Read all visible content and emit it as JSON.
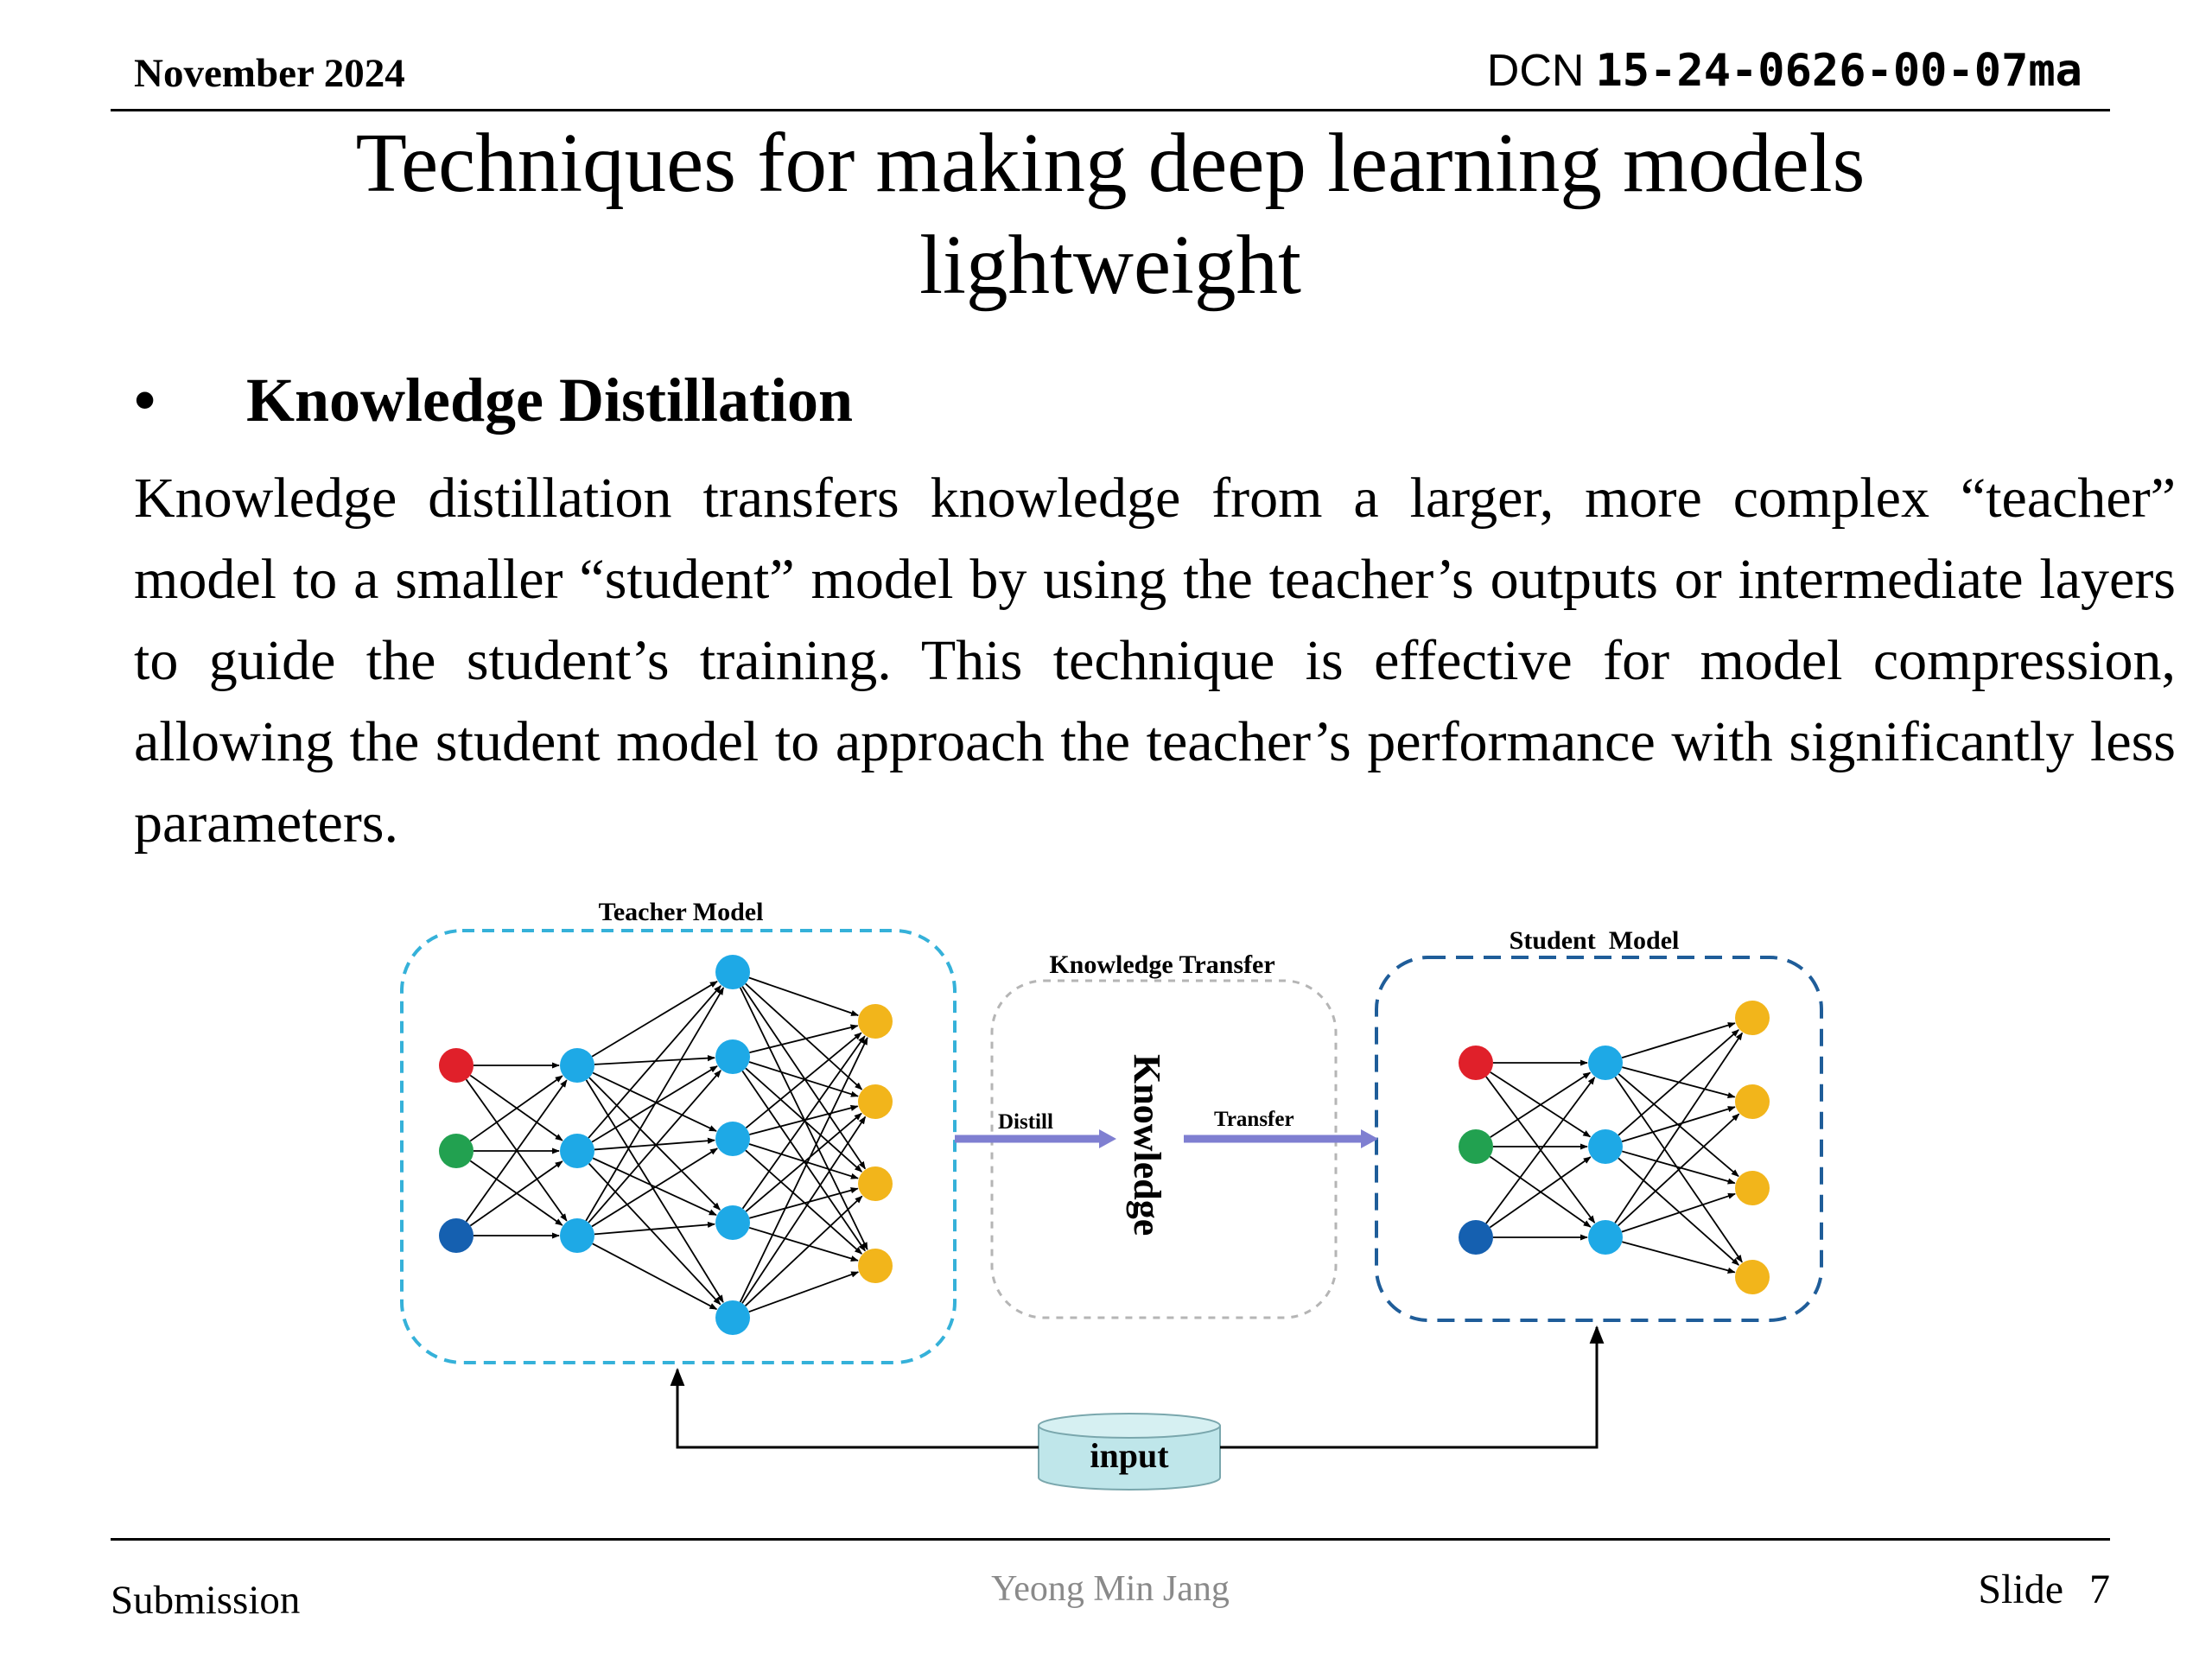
{
  "header": {
    "date": "November 2024",
    "dcn_prefix": "DCN",
    "dcn_number": "15-24-0626-00-07ma"
  },
  "slide": {
    "title_line1": "Techniques for making deep learning models",
    "title_line2": "lightweight",
    "bullet_symbol": "•",
    "bullet_heading": "Knowledge Distillation",
    "body": "Knowledge distillation transfers knowledge from a larger, more complex “teacher” model to a smaller “student” model by using the teacher’s outputs or intermediate layers to guide the student’s training. This technique is effective for model compression, allowing the student model to approach the teacher’s performance with significantly less parameters."
  },
  "diagram": {
    "teacher_label": "Teacher Model",
    "student_label": "Student  Model",
    "transfer_label": "Knowledge Transfer",
    "knowledge_label": "Knowledge",
    "distill_label": "Distill",
    "transfer_arrow_label": "Transfer",
    "input_label": "input",
    "colors": {
      "red": "#e0202a",
      "green": "#22a150",
      "dark_blue": "#1560b0",
      "light_blue": "#1ea9e6",
      "yellow": "#f2b51b",
      "teacher_border": "#35b1d9",
      "student_border": "#1f5d99",
      "arrow": "#7f7fd1",
      "input_fill": "#bfe6ea"
    }
  },
  "footer": {
    "submission": "Submission",
    "author": "Yeong Min Jang",
    "slide_label": "Slide",
    "slide_number": "7"
  }
}
